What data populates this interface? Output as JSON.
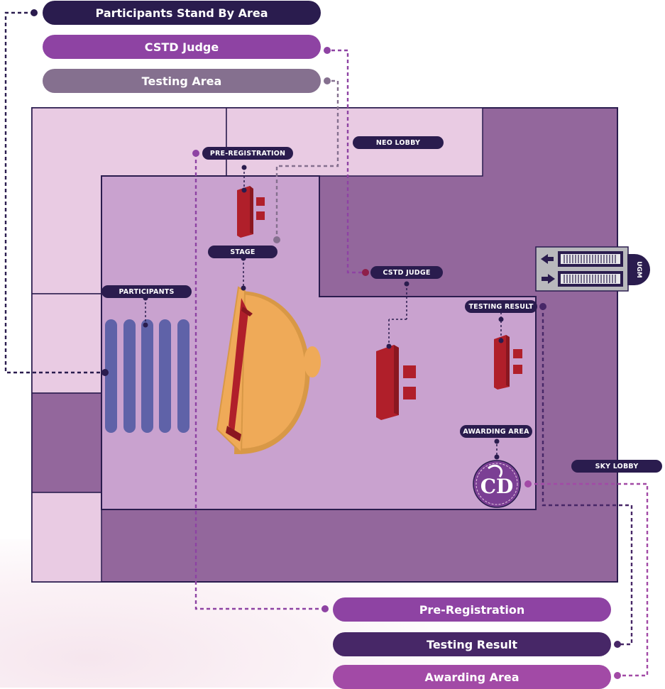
{
  "legend": {
    "participants_standby": "Participants Stand By Area",
    "cstd_judge": "CSTD Judge",
    "testing_area": "Testing Area",
    "pre_registration": "Pre-Registration",
    "testing_result": "Testing Result",
    "awarding_area": "Awarding Area"
  },
  "map_labels": {
    "pre_registration": "PRE-REGISTRATION",
    "neo_lobby": "NEO LOBBY",
    "stage": "STAGE",
    "cstd_judge": "CSTD JUDGE",
    "participants": "PARTICIPANTS",
    "testing_result": "TESTING RESULT",
    "awarding_area": "AWARDING AREA",
    "sky_lobby": "SKY LOBBY",
    "ugm": "UGM"
  },
  "colors": {
    "dark_navy": "#2a1c4e",
    "purple": "#8e43a3",
    "muted_purple": "#85708f",
    "deep_purple": "#472767",
    "magenta_purple": "#a24aa6",
    "zone_light": "#e9cbe3",
    "zone_mid": "#c9a2cf",
    "zone_dark": "#93679c",
    "table_red": "#b01f2a",
    "stage_orange": "#efaa58",
    "seat_blue": "#5f62a8"
  },
  "icons": {
    "awarding_logo": "cstd-dancer-logo-icon",
    "escalator": "escalator-arrows-icon"
  }
}
